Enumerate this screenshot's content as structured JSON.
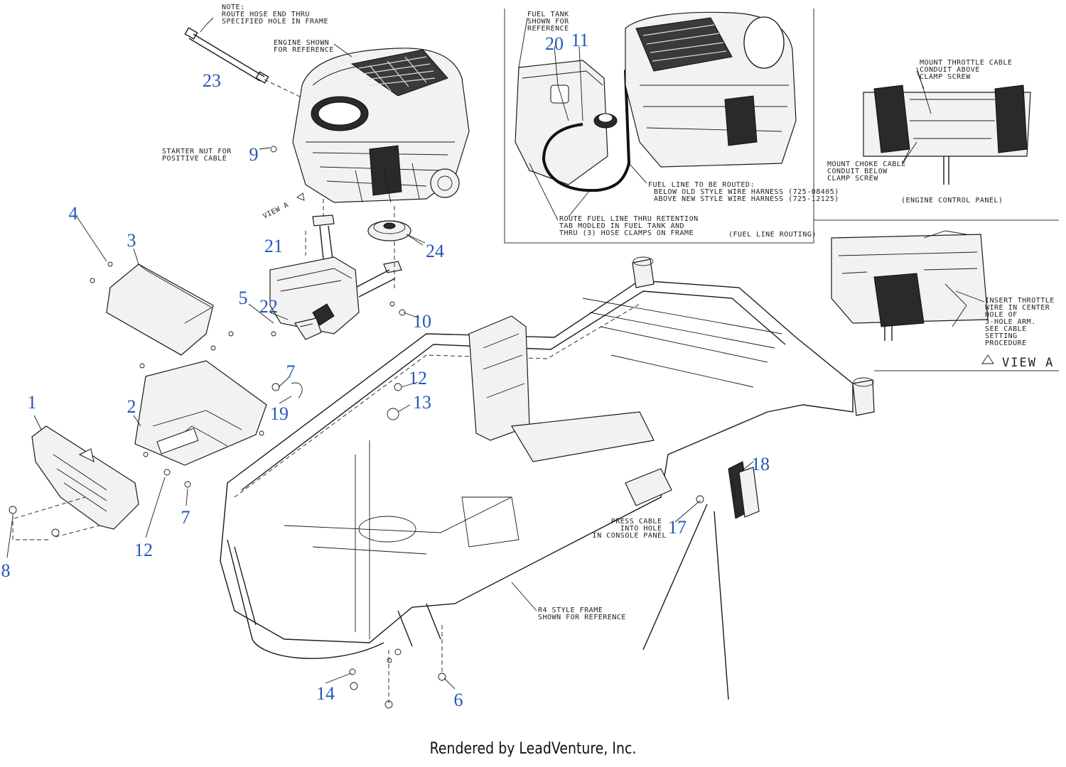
{
  "callouts": [
    {
      "id": "c1",
      "text": "1"
    },
    {
      "id": "c2",
      "text": "2"
    },
    {
      "id": "c3",
      "text": "3"
    },
    {
      "id": "c4",
      "text": "4"
    },
    {
      "id": "c5",
      "text": "5"
    },
    {
      "id": "c6",
      "text": "6"
    },
    {
      "id": "c7a",
      "text": "7"
    },
    {
      "id": "c7b",
      "text": "7"
    },
    {
      "id": "c8",
      "text": "8"
    },
    {
      "id": "c9",
      "text": "9"
    },
    {
      "id": "c10",
      "text": "10"
    },
    {
      "id": "c11",
      "text": "11"
    },
    {
      "id": "c12a",
      "text": "12"
    },
    {
      "id": "c12b",
      "text": "12"
    },
    {
      "id": "c13",
      "text": "13"
    },
    {
      "id": "c14",
      "text": "14"
    },
    {
      "id": "c17",
      "text": "17"
    },
    {
      "id": "c18",
      "text": "18"
    },
    {
      "id": "c19",
      "text": "19"
    },
    {
      "id": "c20",
      "text": "20"
    },
    {
      "id": "c21",
      "text": "21"
    },
    {
      "id": "c22",
      "text": "22"
    },
    {
      "id": "c23",
      "text": "23"
    },
    {
      "id": "c24",
      "text": "24"
    }
  ],
  "notes": {
    "hose_note": [
      "NOTE:",
      "ROUTE HOSE END THRU",
      "SPECIFIED HOLE IN FRAME"
    ],
    "engine_ref": [
      "ENGINE SHOWN",
      "FOR REFERENCE"
    ],
    "starter_nut": [
      "STARTER NUT FOR",
      "POSITIVE CABLE"
    ],
    "view_a_label": "VIEW A",
    "fuel_tank_ref": [
      "FUEL TANK",
      "SHOWN FOR",
      "REFERENCE"
    ],
    "fuel_line_route": [
      "FUEL LINE TO BE ROUTED:",
      "BELOW OLD STYLE WIRE HARNESS (725-08405)",
      "ABOVE NEW STYLE WIRE HARNESS (725-12125)"
    ],
    "route_fuel_line": [
      "ROUTE FUEL LINE THRU RETENTION",
      "TAB MODLED IN FUEL TANK AND",
      "THRU (3) HOSE CLAMPS ON FRAME"
    ],
    "fuel_line_routing": "(FUEL LINE ROUTING)",
    "mount_throttle": [
      "MOUNT THROTTLE CABLE",
      "CONDUIT ABOVE",
      "CLAMP SCREW"
    ],
    "mount_choke": [
      "MOUNT CHOKE CABLE",
      "CONDUIT BELOW",
      "CLAMP SCREW"
    ],
    "engine_control_panel": "(ENGINE CONTROL PANEL)",
    "insert_throttle": [
      "INSERT THROTTLE",
      "WIRE IN CENTER",
      "HOLE OF",
      "3-HOLE ARM.",
      "SEE CABLE",
      "SETTING",
      "PROCEDURE"
    ],
    "view_a_title": "VIEW A",
    "press_cable": [
      "PRESS CABLE",
      "INTO HOLE",
      "IN CONSOLE PANEL"
    ],
    "r4_frame": [
      "R4 STYLE FRAME",
      "SHOWN FOR REFERENCE"
    ]
  },
  "footer": "Rendered by LeadVenture, Inc."
}
